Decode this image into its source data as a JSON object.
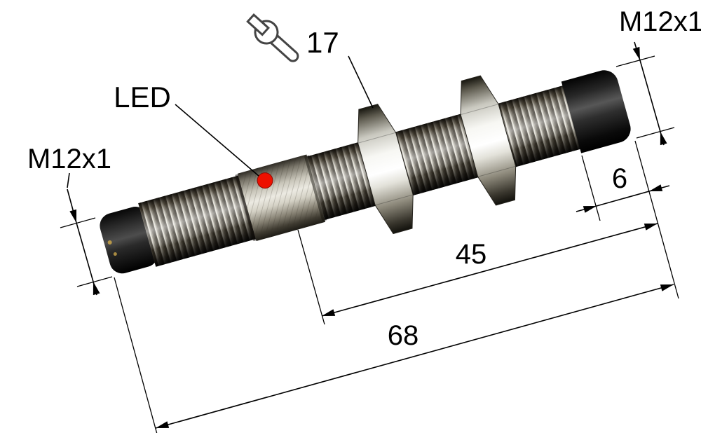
{
  "drawing": {
    "labels": {
      "thread_left": "M12x1",
      "thread_right": "M12x1",
      "led": "LED",
      "wrench_size": "17",
      "dim_connector_length": "6",
      "dim_thread_length": "45",
      "dim_total_length": "68"
    },
    "icons": {
      "wrench": "open-end-wrench-icon",
      "led_indicator": "red-led-dot"
    },
    "colors": {
      "background": "#ffffff",
      "line": "#000000",
      "led": "#ee1000"
    }
  }
}
